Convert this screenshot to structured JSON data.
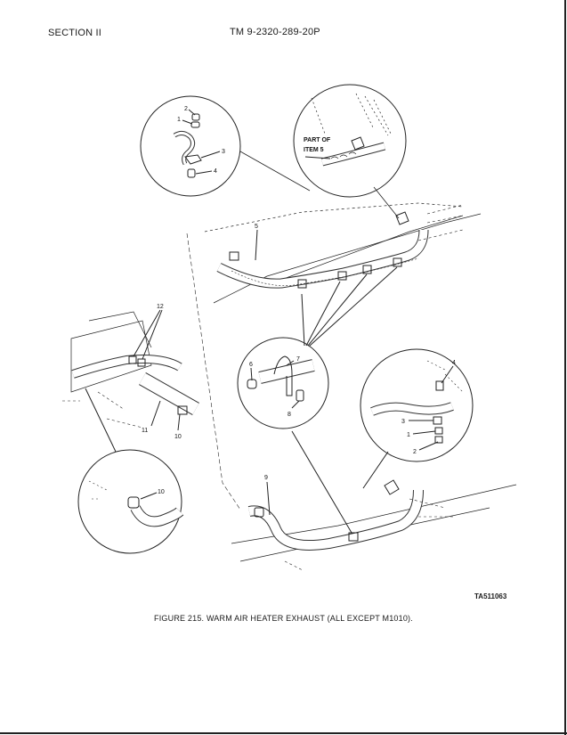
{
  "header": {
    "section": "SECTION II",
    "tm_number": "TM  9-2320-289-20P"
  },
  "figure": {
    "callouts": {
      "top_left_2": "2",
      "top_left_1": "1",
      "top_left_3": "3",
      "top_left_4": "4",
      "top_right_part_of": "PART OF",
      "top_right_item": "ITEM  5",
      "main_5": "5",
      "left_12": "12",
      "left_11": "11",
      "left_10": "10",
      "center_6": "6",
      "center_7": "7",
      "center_8": "8",
      "right_4": "4",
      "right_3": "3",
      "right_1": "1",
      "right_2": "2",
      "lower_left_10": "10",
      "bottom_9": "9"
    },
    "id": "TA511063",
    "caption": "FIGURE 215. WARM AIR HEATER EXHAUST (ALL EXCEPT M1010)."
  }
}
